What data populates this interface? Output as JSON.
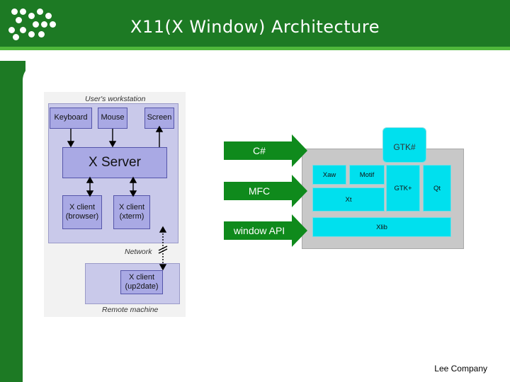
{
  "slide": {
    "title": "X11(X Window) Architecture",
    "footer": "Lee Company"
  },
  "workstation": {
    "caption_top": "User's workstation",
    "keys": [
      "Keyboard",
      "Mouse",
      "Screen"
    ],
    "server": "X Server",
    "client1": "X client\n(browser)",
    "client2": "X client\n(xterm)",
    "network": "Network",
    "remote_client": "X client\n(up2date)",
    "caption_bottom": "Remote machine"
  },
  "arrows": [
    "C#",
    "MFC",
    "window API"
  ],
  "toolkits": {
    "gtk_sharp": "GTK#",
    "xaw": "Xaw",
    "motif": "Motif",
    "gtk_plus": "GTK+",
    "qt": "Qt",
    "xt": "Xt",
    "xlib": "Xlib"
  },
  "colors": {
    "header_green": "#1d7a24",
    "arrow_green": "#0f8a1c",
    "cyan": "#00e0ee",
    "lavender": "#a9a9e4"
  }
}
